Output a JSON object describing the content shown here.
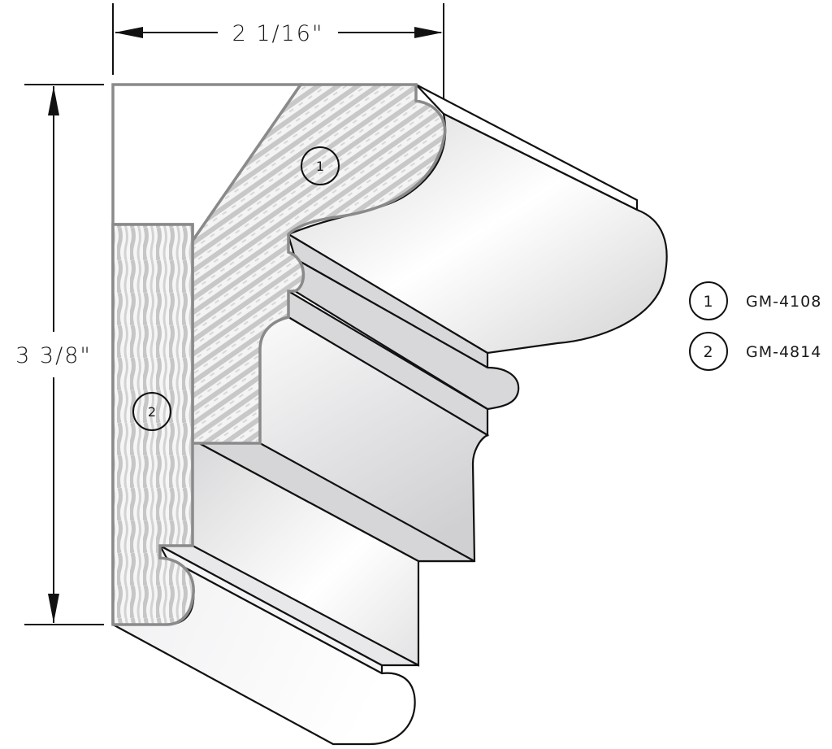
{
  "drawing": {
    "type": "crown molding profile cross-section",
    "dimensions": {
      "width": {
        "label": "2 1/16\"",
        "orientation": "horizontal"
      },
      "height": {
        "label": "3 3/8\"",
        "orientation": "vertical"
      }
    },
    "callouts": [
      {
        "number": "1",
        "part": "GM-4108"
      },
      {
        "number": "2",
        "part": "GM-4814"
      }
    ]
  },
  "legend": {
    "items": [
      {
        "number": "1",
        "label": "GM-4108"
      },
      {
        "number": "2",
        "label": "GM-4814"
      }
    ]
  },
  "colors": {
    "line": "#111111",
    "section_outline": "#8a8a8a",
    "wood_grain": "#c9c9c9",
    "face_shade": "#d6d6d8",
    "background": "#ffffff"
  }
}
